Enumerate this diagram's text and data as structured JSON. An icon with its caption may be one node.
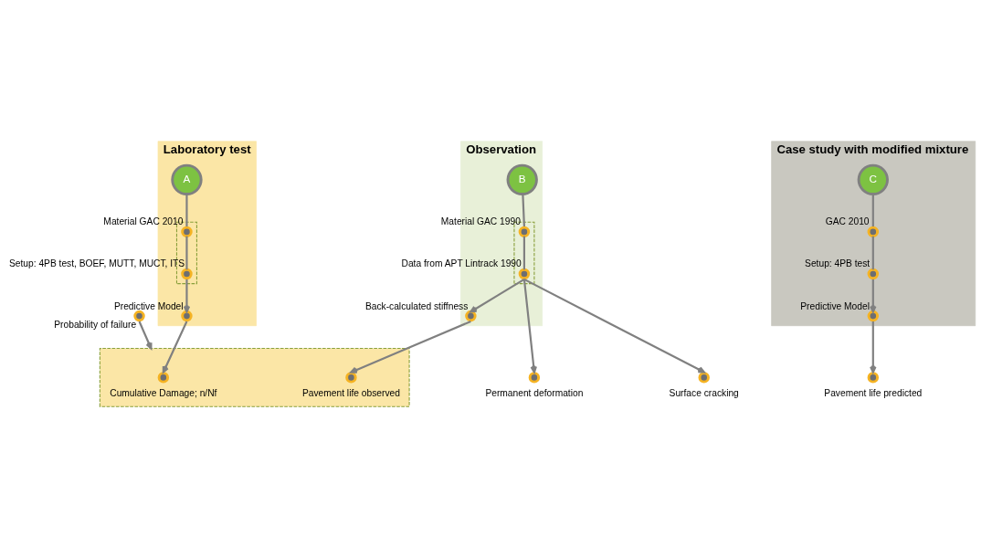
{
  "diagram": {
    "nodes": [
      {
        "text": [
          "Laboratory test"
        ]
      },
      {
        "text": [
          "A"
        ],
        "in": 0
      },
      {
        "text": [],
        "shape": "box",
        "in": 0
      },
      {
        "text": [],
        "shape": "circle",
        "in": 2,
        "beside": [
          "Material GAC 2010"
        ]
      },
      {
        "text": [],
        "shape": "circle",
        "in": 2,
        "beside": [
          "Setup: 4PB test, BOEF, MUTT, MUCT, ITS"
        ]
      },
      {
        "text": [],
        "shape": "circle",
        "in": 0,
        "beside": [
          "Predictive Model"
        ]
      },
      {
        "text": [
          "Observation"
        ]
      },
      {
        "text": [
          "B"
        ],
        "in": 6
      },
      {
        "text": [],
        "shape": "box",
        "in": 6
      },
      {
        "text": [],
        "shape": "circle",
        "in": 8,
        "beside": [
          "Material GAC 1990"
        ]
      },
      {
        "text": [],
        "shape": "circle",
        "in": 8,
        "beside": [
          "Data from APT Lintrack 1990"
        ]
      },
      {
        "text": [],
        "shape": "circle",
        "in": 6,
        "beside": [
          "Back-calculated stiffness"
        ]
      },
      {
        "text": [
          "Case study with modified mixture"
        ]
      },
      {
        "text": [
          "C"
        ],
        "in": 12
      },
      {
        "text": [],
        "shape": "circle",
        "in": 12,
        "beside": [
          "GAC 2010"
        ]
      },
      {
        "text": [],
        "shape": "circle",
        "in": 12,
        "beside": [
          "Setup: 4PB test"
        ]
      },
      {
        "text": [],
        "shape": "circle",
        "in": 12,
        "beside": [
          "Predictive Model"
        ]
      },
      {
        "text": [],
        "shape": "box"
      },
      {
        "text": [],
        "shape": "circle",
        "in": 17,
        "beside": [
          "Cumulative Damage; n/Nf"
        ]
      },
      {
        "text": [],
        "shape": "circle",
        "in": 17,
        "beside": [
          "Pavement life observed"
        ]
      },
      {
        "text": [],
        "shape": "circle",
        "beside": [
          "Probability of failure"
        ]
      },
      {
        "text": [],
        "shape": "circle",
        "beside": [
          "Permanent deformation"
        ]
      },
      {
        "text": [],
        "shape": "circle",
        "beside": [
          "Surface cracking"
        ]
      },
      {
        "text": [],
        "shape": "circle",
        "beside": [
          "Pavement life predicted"
        ]
      }
    ],
    "edges": [
      {
        "from": 1,
        "to": 3,
        "arrow": "none"
      },
      {
        "from": 3,
        "to": 4,
        "arrow": "none"
      },
      {
        "from": 4,
        "to": 5,
        "arrow": "to"
      },
      {
        "from": 5,
        "to": 18,
        "arrow": "to"
      },
      {
        "from": 7,
        "to": 9,
        "arrow": "none"
      },
      {
        "from": 9,
        "to": 10,
        "arrow": "none"
      },
      {
        "from": 10,
        "to": 11,
        "arrow": "to"
      },
      {
        "from": 10,
        "to": 21,
        "arrow": "to"
      },
      {
        "from": 10,
        "to": 22,
        "arrow": "to"
      },
      {
        "from": 11,
        "to": 19,
        "arrow": "to"
      },
      {
        "from": 20,
        "to": 17,
        "arrow": "to"
      },
      {
        "from": 13,
        "to": 14,
        "arrow": "none"
      },
      {
        "from": 14,
        "to": 15,
        "arrow": "none"
      },
      {
        "from": 15,
        "to": 16,
        "arrow": "to"
      },
      {
        "from": 16,
        "to": 23,
        "arrow": "to"
      }
    ]
  }
}
